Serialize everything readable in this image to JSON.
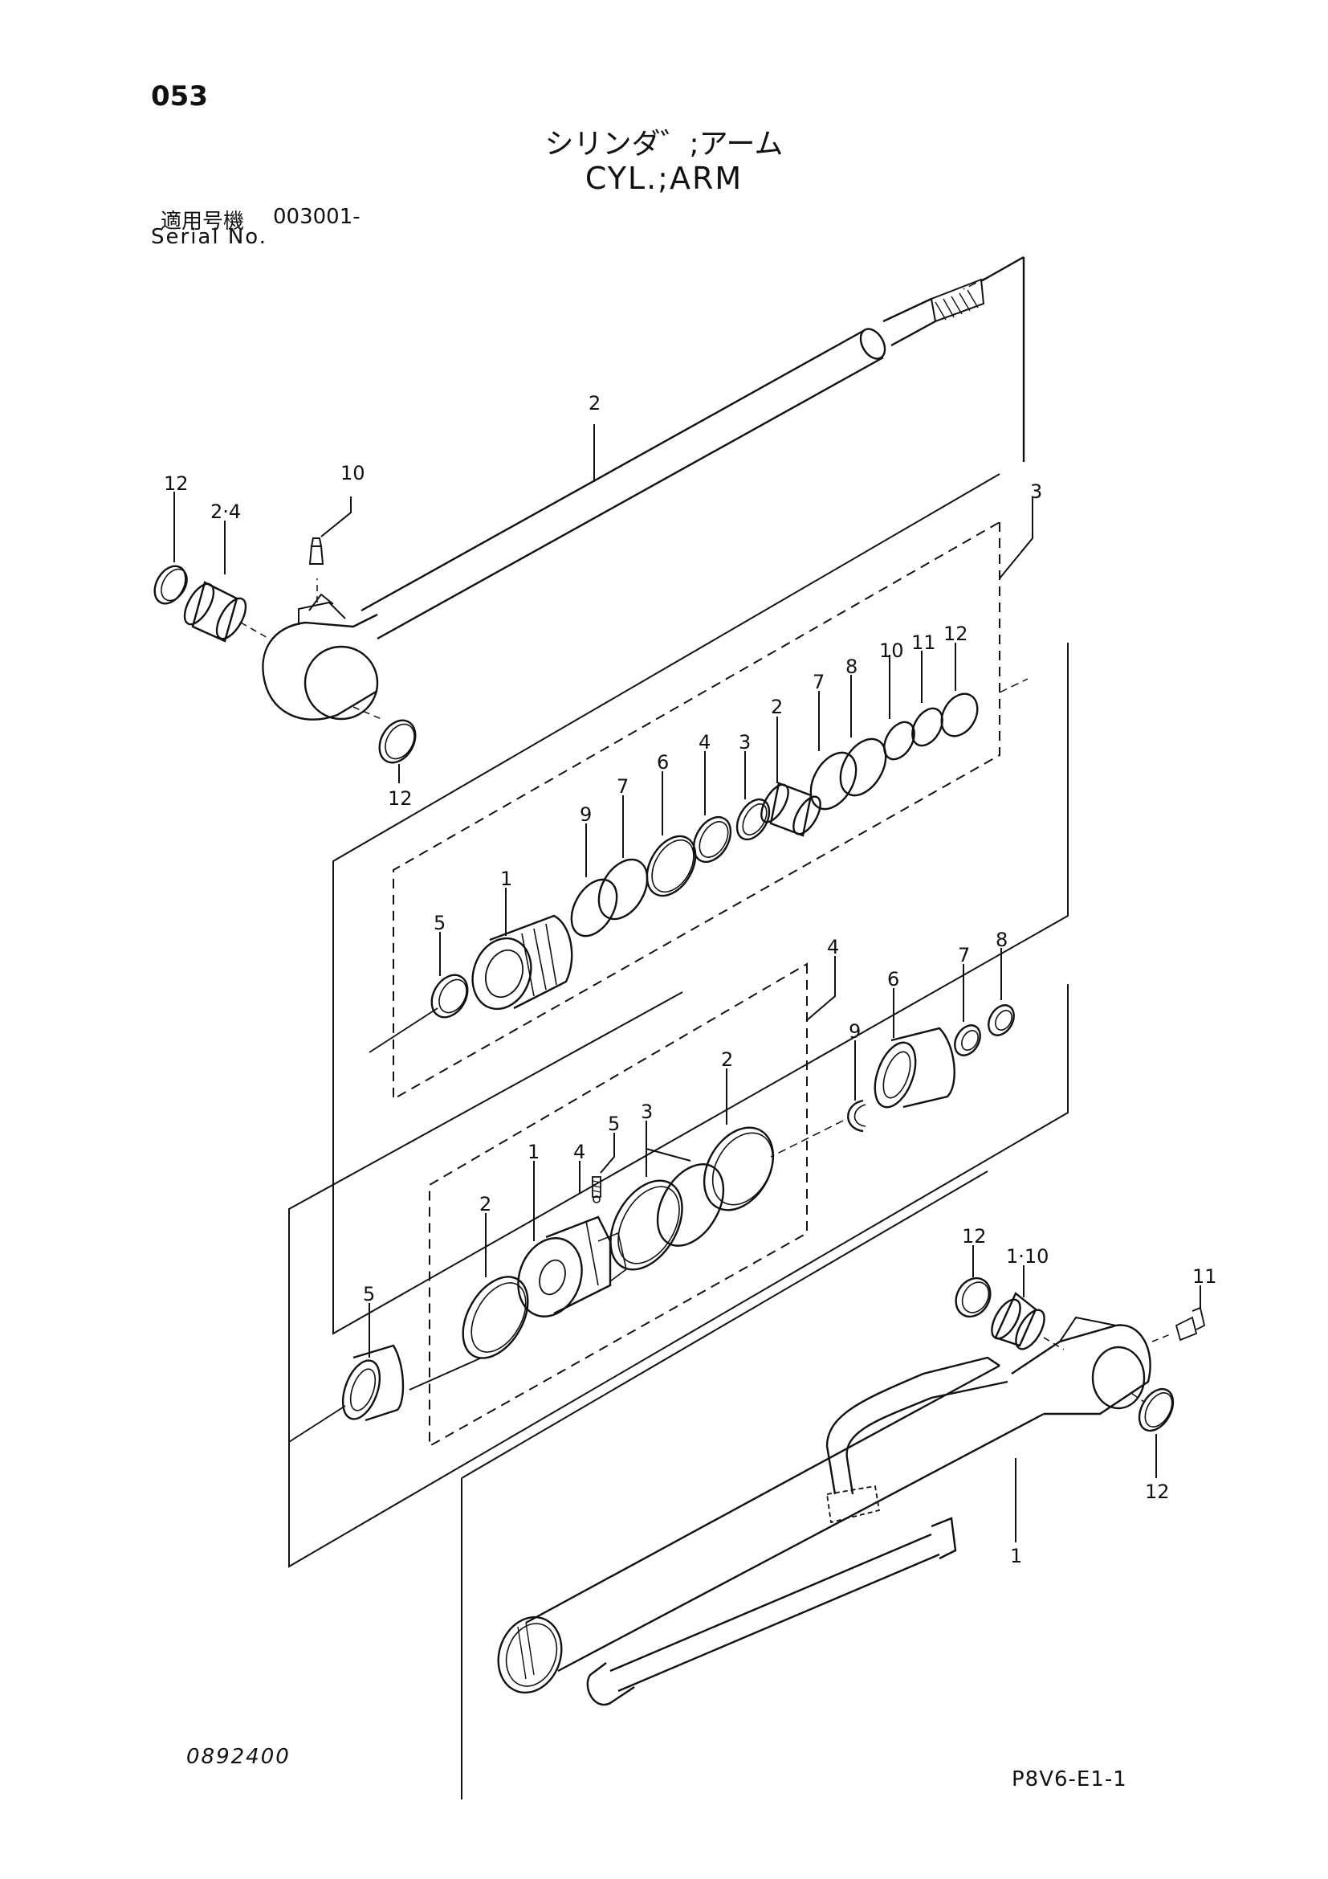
{
  "header": {
    "page_number": "053",
    "title_jp": "シリンダ゛;アーム",
    "title_en": "CYL.;ARM",
    "serial_label_jp": "適用号機",
    "serial_value": "003001-",
    "serial_label_en": "Serial No."
  },
  "footer": {
    "drawing_number": "0892400",
    "sheet_code": "P8V6-E1-1"
  },
  "callouts": {
    "rod": "2",
    "rod_grease_nipple": "10",
    "rod_ring_a": "12",
    "rod_bushing": "2·4",
    "rod_ring_b": "12",
    "seal_kit": "3",
    "sk_ring_12": "12",
    "sk_ring_11": "11",
    "sk_ring_10": "10",
    "sk_ring_8": "8",
    "sk_ring_7a": "7",
    "sk_bushing_2": "2",
    "sk_ring_3": "3",
    "sk_ring_4": "4",
    "sk_ring_6": "6",
    "sk_ring_7b": "7",
    "sk_ring_9": "9",
    "sk_head_1": "1",
    "sk_ring_5": "5",
    "piston_kit": "4",
    "pk_nut_8": "8",
    "pk_collar_7": "7",
    "pk_cushion_6": "6",
    "pk_ring_9": "9",
    "pk_ring_2a": "2",
    "pk_ring_3": "3",
    "pk_screw_5": "5",
    "pk_ball_4": "4",
    "pk_piston_1": "1",
    "pk_ring_2b": "2",
    "pk_cushion_5": "5",
    "tube_ring_12a": "12",
    "tube_bushing": "1·10",
    "tube_grease_nipple": "11",
    "tube_ring_12b": "12",
    "tube": "1"
  }
}
